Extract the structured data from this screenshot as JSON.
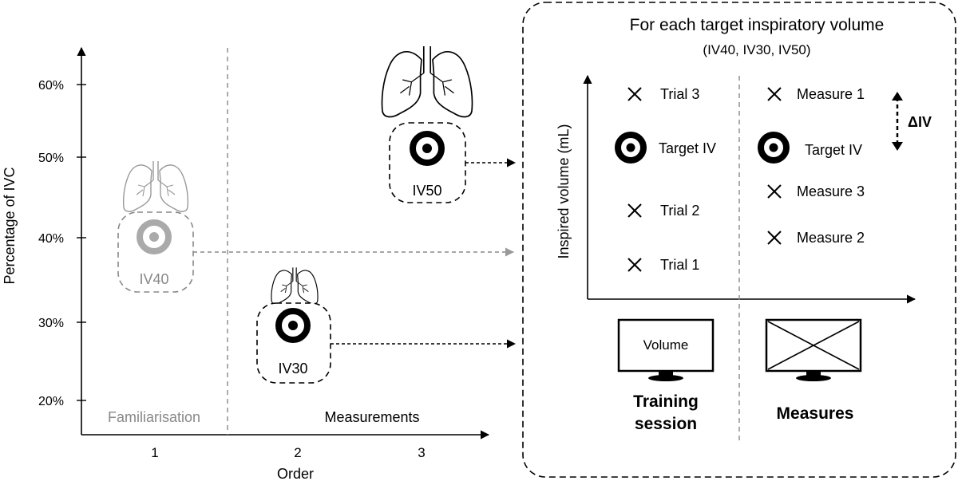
{
  "left_panel": {
    "y_axis_label": "Percentage of IVC",
    "y_ticks": [
      "20%",
      "30%",
      "40%",
      "50%",
      "60%"
    ],
    "x_axis_label": "Order",
    "x_ticks": [
      "1",
      "2",
      "3"
    ],
    "phase_familiarisation": "Familiarisation",
    "phase_measurements": "Measurements",
    "targets": [
      {
        "label": "IV40",
        "color": "#999999"
      },
      {
        "label": "IV30",
        "color": "#000000"
      },
      {
        "label": "IV50",
        "color": "#000000"
      }
    ]
  },
  "right_panel": {
    "title": "For each target inspiratory volume",
    "subtitle": "(IV40, IV30, IV50)",
    "y_axis_label": "Inspired volume (mL)",
    "training": {
      "items": [
        "Trial 3",
        "Target IV",
        "Trial 2",
        "Trial 1"
      ],
      "screen_text": "Volume",
      "caption_line1": "Training",
      "caption_line2": "session"
    },
    "measures": {
      "items": [
        "Measure 1",
        "Target IV",
        "Measure 3",
        "Measure 2"
      ],
      "caption": "Measures"
    },
    "delta_label": "ΔIV"
  }
}
